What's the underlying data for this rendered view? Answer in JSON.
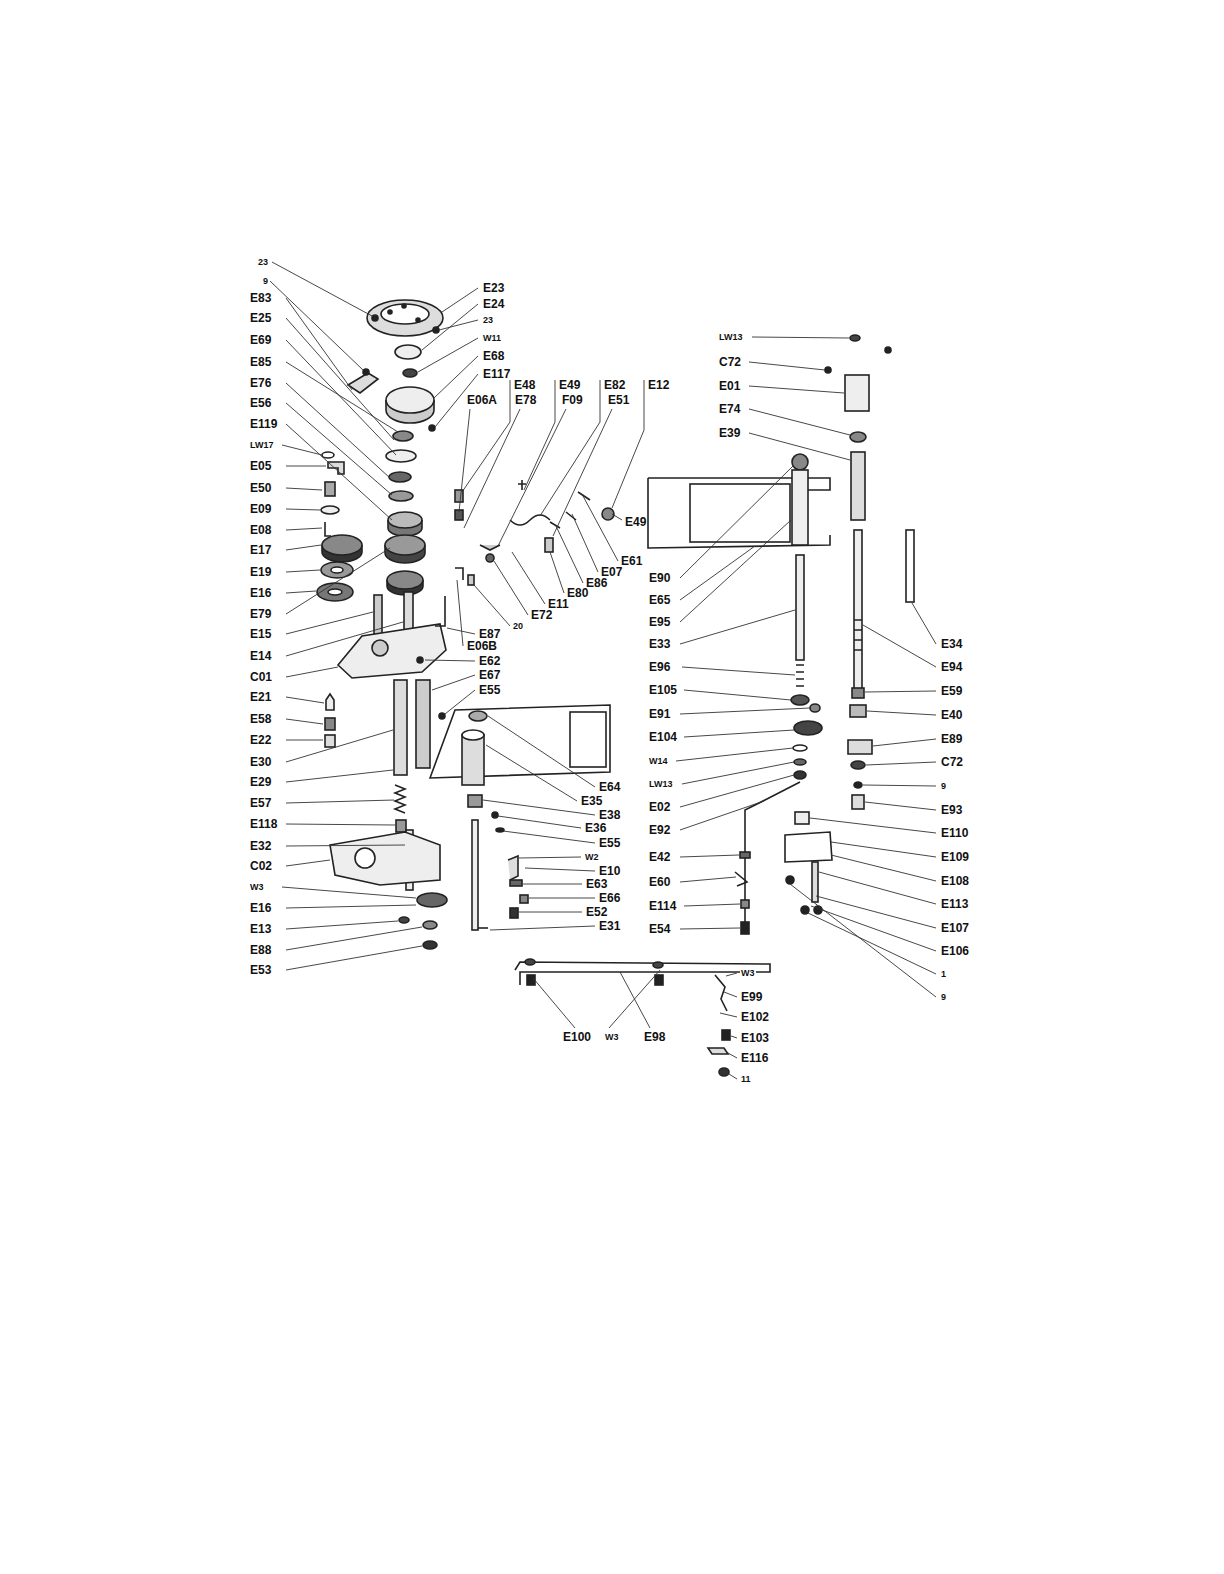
{
  "diagram": {
    "labels": [
      "23",
      "9",
      "E83",
      "E25",
      "E69",
      "E85",
      "E76",
      "E56",
      "E119",
      "LW17",
      "E05",
      "E50",
      "E09",
      "E08",
      "E17",
      "E19",
      "E16",
      "E79",
      "E15",
      "E14",
      "C01",
      "E21",
      "E58",
      "E22",
      "E30",
      "E29",
      "E57",
      "E118",
      "E32",
      "C02",
      "W3",
      "E16",
      "E13",
      "E88",
      "E53",
      "E23",
      "E24",
      "23",
      "W11",
      "E68",
      "E117",
      "E48",
      "E49",
      "E82",
      "E12",
      "E06A",
      "E78",
      "F09",
      "E51",
      "E49",
      "E61",
      "E07",
      "E86",
      "E80",
      "E11",
      "E72",
      "20",
      "E87",
      "E06B",
      "E62",
      "E67",
      "E55",
      "E64",
      "E35",
      "E38",
      "E36",
      "E55",
      "W2",
      "E10",
      "E63",
      "E66",
      "E52",
      "E31",
      "E100",
      "W3",
      "E98",
      "W3",
      "E99",
      "E102",
      "E103",
      "E116",
      "11",
      "LW13",
      "C72",
      "E01",
      "E74",
      "E39",
      "E90",
      "E65",
      "E95",
      "E33",
      "E96",
      "E105",
      "E91",
      "E104",
      "W14",
      "LW13",
      "E02",
      "E92",
      "E42",
      "E60",
      "E114",
      "E54",
      "E34",
      "E94",
      "E59",
      "E40",
      "E89",
      "C72",
      "9",
      "E93",
      "E110",
      "E109",
      "E108",
      "E113",
      "E107",
      "E106",
      "1",
      "9"
    ]
  }
}
